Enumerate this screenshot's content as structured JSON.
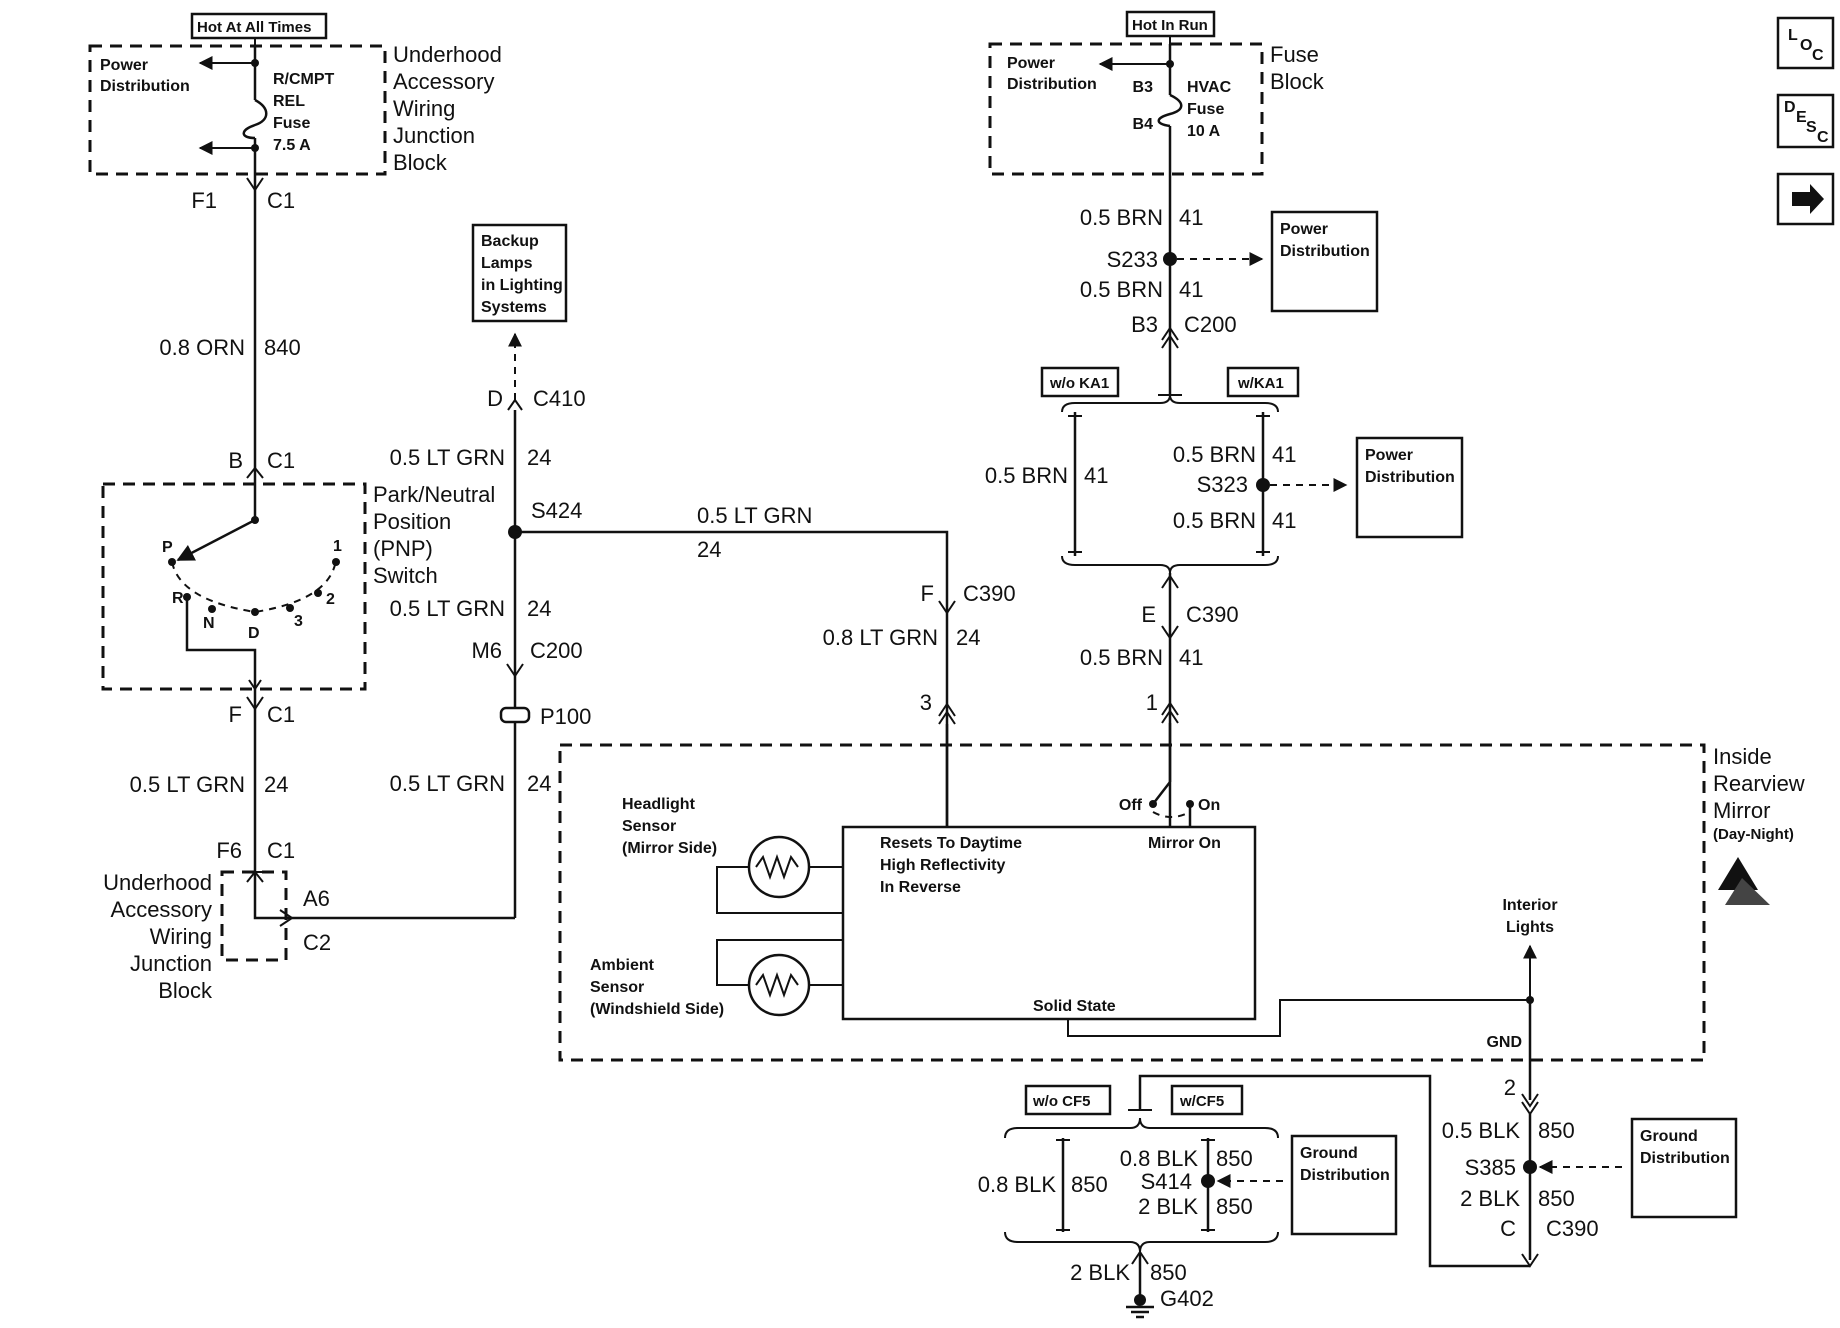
{
  "nav": {
    "loc": "LOC",
    "desc": "DESC",
    "next": "next"
  },
  "left": {
    "tag": "Hot At All Times",
    "pd": [
      "Power",
      "Distribution"
    ],
    "fuse": [
      "R/CMPT",
      "REL",
      "Fuse",
      "7.5 A"
    ],
    "block": [
      "Underhood",
      "Accessory",
      "Wiring",
      "Junction",
      "Block"
    ],
    "f1": "F1",
    "c1a": "C1",
    "w1": "0.8 ORN",
    "w1c": "840",
    "b": "B",
    "c1b": "C1",
    "pnp": [
      "Park/Neutral",
      "Position",
      "(PNP)",
      "Switch"
    ],
    "pos": {
      "p": "P",
      "r": "R",
      "n": "N",
      "d": "D",
      "three": "3",
      "two": "2",
      "one": "1"
    },
    "f": "F",
    "c1c": "C1",
    "w2": "0.5 LT GRN",
    "w2c": "24",
    "f6": "F6",
    "c1d": "C1",
    "block2": [
      "Underhood",
      "Accessory",
      "Wiring",
      "Junction",
      "Block"
    ],
    "a6": "A6",
    "c2": "C2"
  },
  "mid": {
    "backup": [
      "Backup",
      "Lamps",
      "in Lighting",
      "Systems"
    ],
    "d": "D",
    "c410": "C410",
    "w1": "0.5 LT GRN",
    "w1c": "24",
    "s424": "S424",
    "w2": "0.5 LT GRN",
    "w2c": "24",
    "m6": "M6",
    "c200": "C200",
    "p100": "P100",
    "w3": "0.5 LT GRN",
    "w3c": "24",
    "h1": "0.5 LT GRN",
    "h1c": "24",
    "f": "F",
    "c390": "C390",
    "w4": "0.8 LT GRN",
    "w4c": "24",
    "pin3": "3"
  },
  "right": {
    "tag": "Hot In Run",
    "pd": [
      "Power",
      "Distribution"
    ],
    "b3": "B3",
    "b4": "B4",
    "fuse": [
      "HVAC",
      "Fuse",
      "10 A"
    ],
    "block": [
      "Fuse",
      "Block"
    ],
    "w1": "0.5 BRN",
    "w1c": "41",
    "s233": "S233",
    "pd2": [
      "Power",
      "Distribution"
    ],
    "w2": "0.5 BRN",
    "w2c": "41",
    "b3b": "B3",
    "c200": "C200",
    "woka1": "w/o KA1",
    "wka1": "w/KA1",
    "w3": "0.5 BRN",
    "w3c": "41",
    "w4": "0.5 BRN",
    "w4c": "41",
    "s323": "S323",
    "w5": "0.5 BRN",
    "w5c": "41",
    "pd3": [
      "Power",
      "Distribution"
    ],
    "e": "E",
    "c390": "C390",
    "w6": "0.5 BRN",
    "w6c": "41",
    "pin1": "1"
  },
  "mirror": {
    "title": [
      "Inside",
      "Rearview",
      "Mirror",
      "(Day-Night)"
    ],
    "headlight": [
      "Headlight",
      "Sensor",
      "(Mirror Side)"
    ],
    "ambient": [
      "Ambient",
      "Sensor",
      "(Windshield Side)"
    ],
    "resets": [
      "Resets To Daytime",
      "High Reflectivity",
      "In Reverse"
    ],
    "mirror_on": "Mirror On",
    "off": "Off",
    "on": "On",
    "solid": "Solid State",
    "interior": [
      "Interior",
      "Lights"
    ],
    "gnd": "GND",
    "pin2": "2"
  },
  "ground": {
    "wocf5": "w/o CF5",
    "wcf5": "w/CF5",
    "w1": "0.8 BLK",
    "w1c": "850",
    "w2": "0.8 BLK",
    "w2c": "850",
    "s414": "S414",
    "w3": "2 BLK",
    "w3c": "850",
    "gd1": [
      "Ground",
      "Distribution"
    ],
    "w4": "2 BLK",
    "w4c": "850",
    "g402": "G402",
    "w5": "0.5 BLK",
    "w5c": "850",
    "s385": "S385",
    "w6": "2 BLK",
    "w6c": "850",
    "c": "C",
    "c390": "C390",
    "gd2": [
      "Ground",
      "Distribution"
    ]
  }
}
